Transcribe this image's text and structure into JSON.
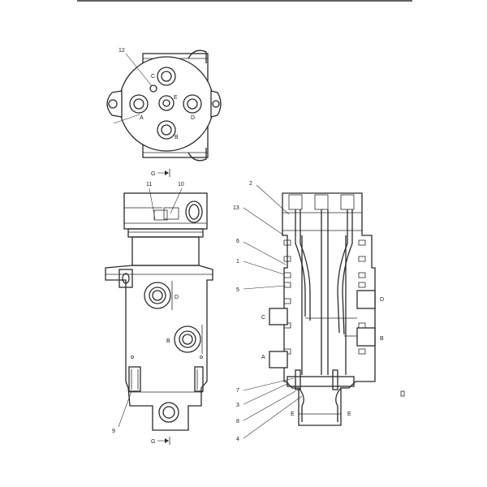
{
  "top_view": {
    "callouts": {
      "part_12": "12"
    },
    "ports": {
      "A": "A",
      "B": "B",
      "C": "C",
      "D": "D",
      "E": "E"
    }
  },
  "side_view": {
    "callouts": {
      "part_11": "11",
      "part_10": "10",
      "part_9": "9"
    },
    "ports": {
      "D": "D",
      "B": "B"
    },
    "section_marks": {
      "top": "G",
      "bottom": "G"
    }
  },
  "section_view": {
    "callouts": {
      "part_2": "2",
      "part_13": "13",
      "part_6": "6",
      "part_1": "1",
      "part_5": "5",
      "part_7": "7",
      "part_3": "3",
      "part_8": "8",
      "part_4": "4"
    },
    "ports": {
      "C": "C",
      "D": "D",
      "B": "B",
      "A": "A",
      "E_left": "E",
      "E_right": "E"
    }
  }
}
